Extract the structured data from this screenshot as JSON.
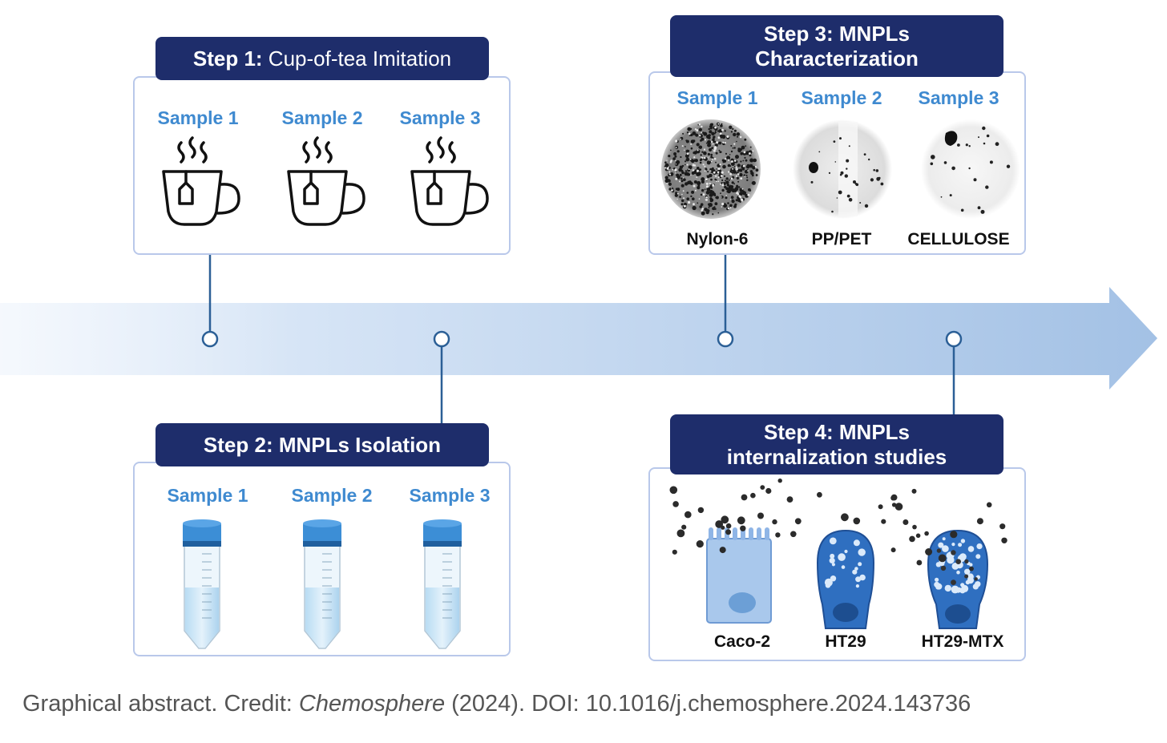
{
  "colors": {
    "banner": "#1e2d6b",
    "accent": "#3f8ad0",
    "box_border": "#b9c8ea",
    "arrow": "#aac4e6",
    "connector": "#2b5f96"
  },
  "step1": {
    "banner_bold": "Step 1:",
    "banner_rest": " Cup-of-tea Imitation",
    "samples": [
      "Sample 1",
      "Sample 2",
      "Sample 3"
    ],
    "icon": "tea-cup-icon"
  },
  "step2": {
    "banner": "Step 2: MNPLs Isolation",
    "samples": [
      "Sample 1",
      "Sample 2",
      "Sample 3"
    ],
    "icon": "centrifuge-tube-icon"
  },
  "step3": {
    "banner_line1": "Step 3: MNPLs",
    "banner_line2": "Characterization",
    "samples": [
      "Sample 1",
      "Sample 2",
      "Sample 3"
    ],
    "materials": [
      "Nylon-6",
      "PP/PET",
      "CELLULOSE"
    ]
  },
  "step4": {
    "banner_line1": "Step 4: MNPLs",
    "banner_line2": "internalization studies",
    "cells": [
      "Caco-2",
      "HT29",
      "HT29-MTX"
    ]
  },
  "caption": {
    "prefix": "Graphical abstract. Credit: ",
    "journal": "Chemosphere",
    "suffix": " (2024). DOI: 10.1016/j.chemosphere.2024.143736"
  }
}
